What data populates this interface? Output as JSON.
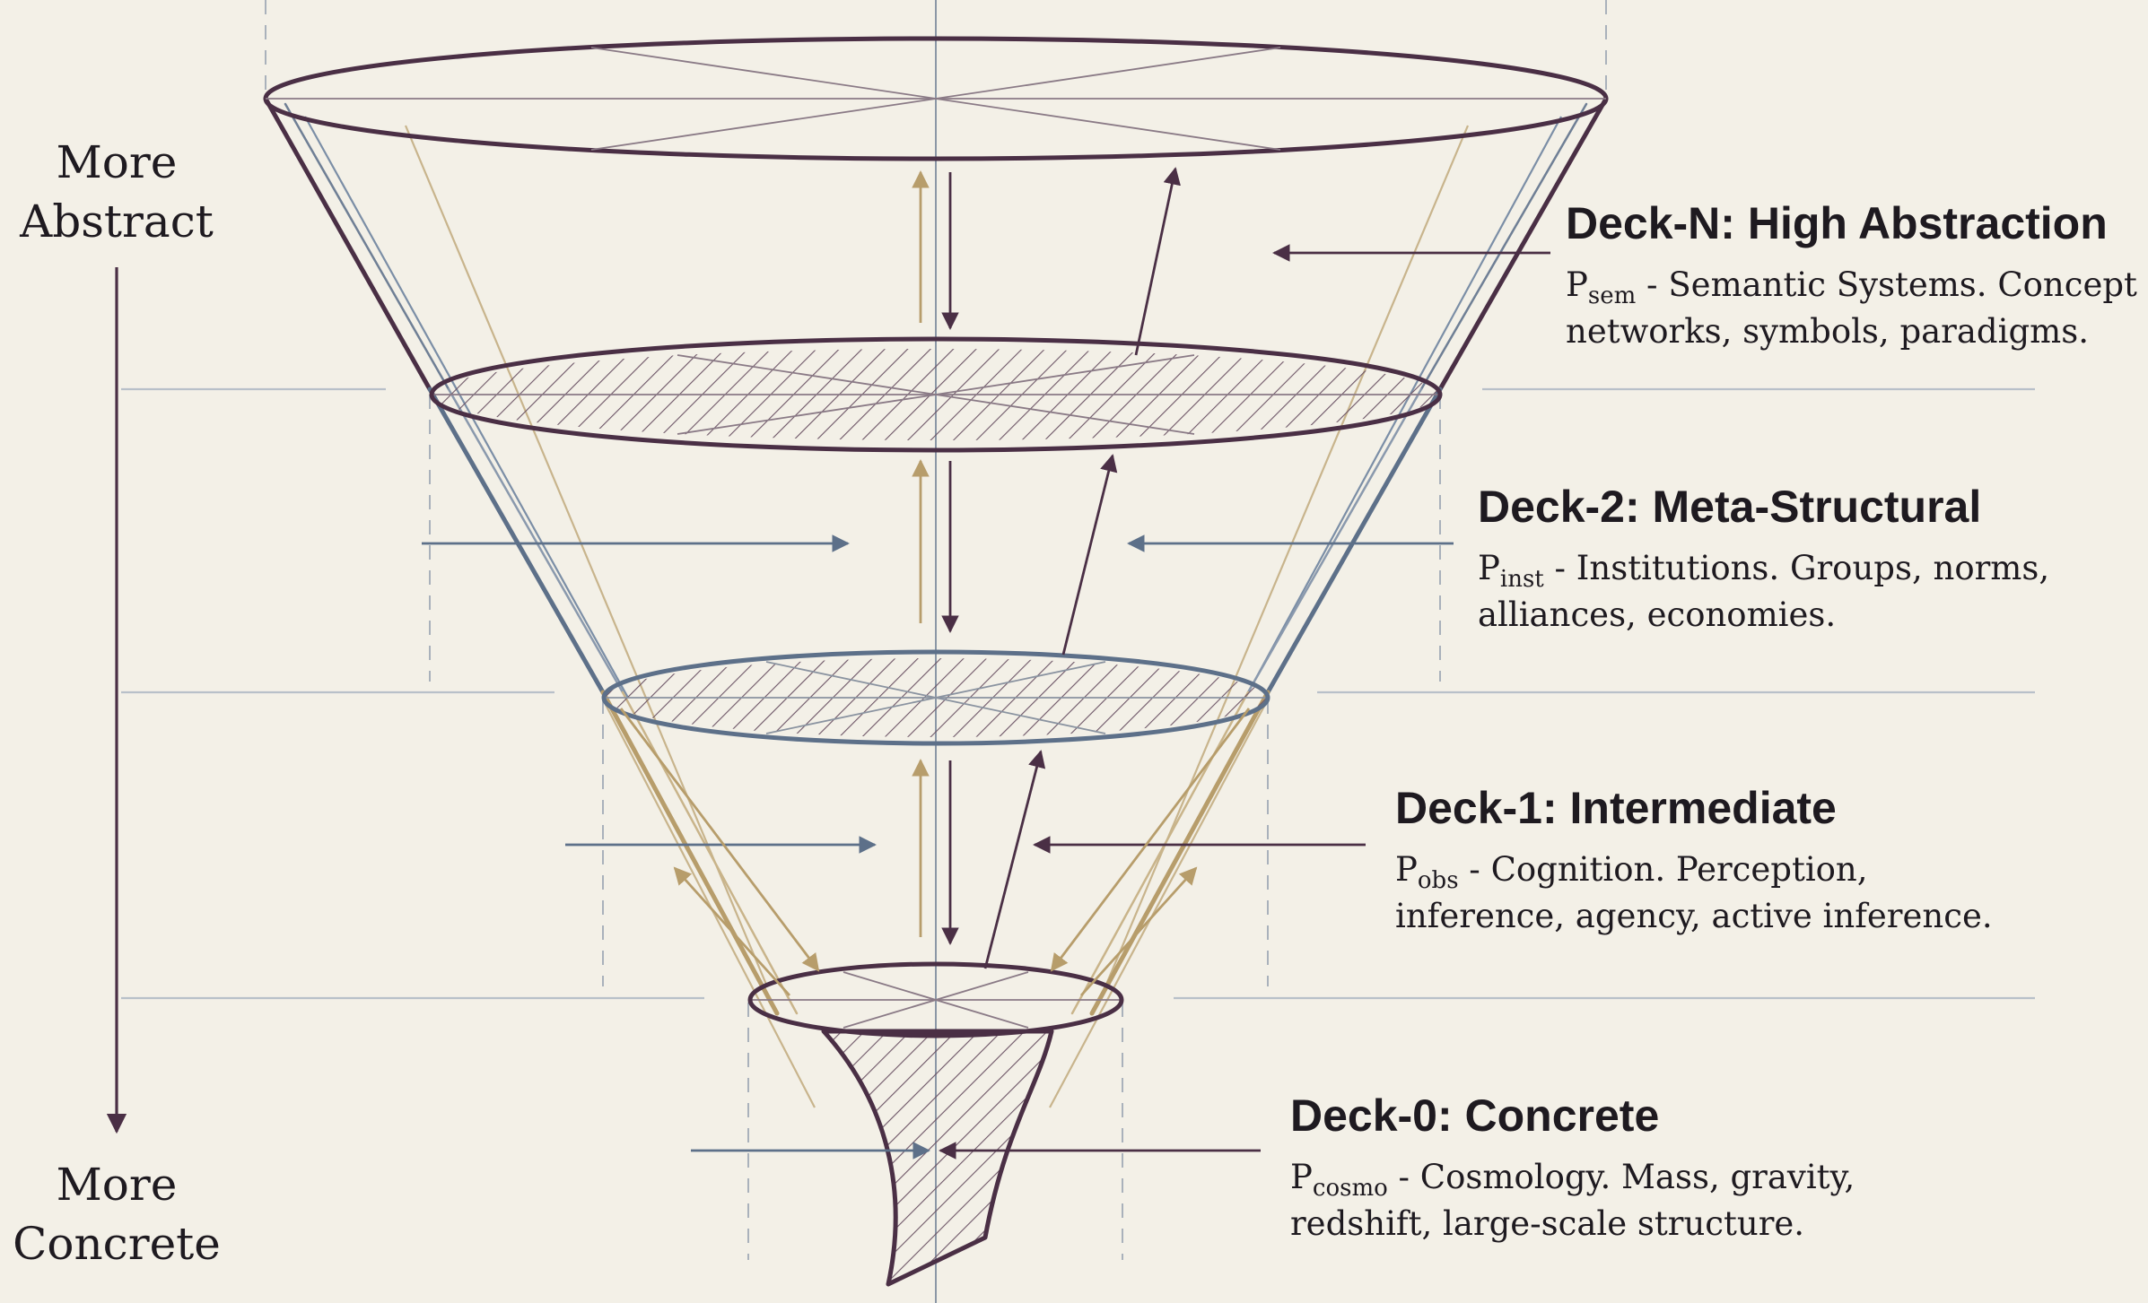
{
  "axis": {
    "top_label": [
      "More",
      "Abstract"
    ],
    "bottom_label": [
      "More",
      "Concrete"
    ]
  },
  "colors": {
    "background": "#f3f0e7",
    "plum": "#4a2f45",
    "slate": "#5d7089",
    "gold": "#b79d6b",
    "guide": "#b8c0c9",
    "text": "#1e1a20"
  },
  "decks": [
    {
      "id": "N",
      "title": "Deck-N: High Abstraction",
      "symbol_base": "P",
      "symbol_sub": "sem",
      "desc_line1": " - Semantic Systems. Concept",
      "desc_line2": "networks, symbols, paradigms."
    },
    {
      "id": "2",
      "title": "Deck-2: Meta-Structural",
      "symbol_base": "P",
      "symbol_sub": "inst",
      "desc_line1": " - Institutions. Groups, norms,",
      "desc_line2": "alliances, economies."
    },
    {
      "id": "1",
      "title": "Deck-1: Intermediate",
      "symbol_base": "P",
      "symbol_sub": "obs",
      "desc_line1": " - Cognition. Perception,",
      "desc_line2": "inference, agency, active inference."
    },
    {
      "id": "0",
      "title": "Deck-0: Concrete",
      "symbol_base": "P",
      "symbol_sub": "cosmo",
      "desc_line1": " - Cosmology. Mass, gravity,",
      "desc_line2": "redshift, large-scale structure."
    }
  ]
}
